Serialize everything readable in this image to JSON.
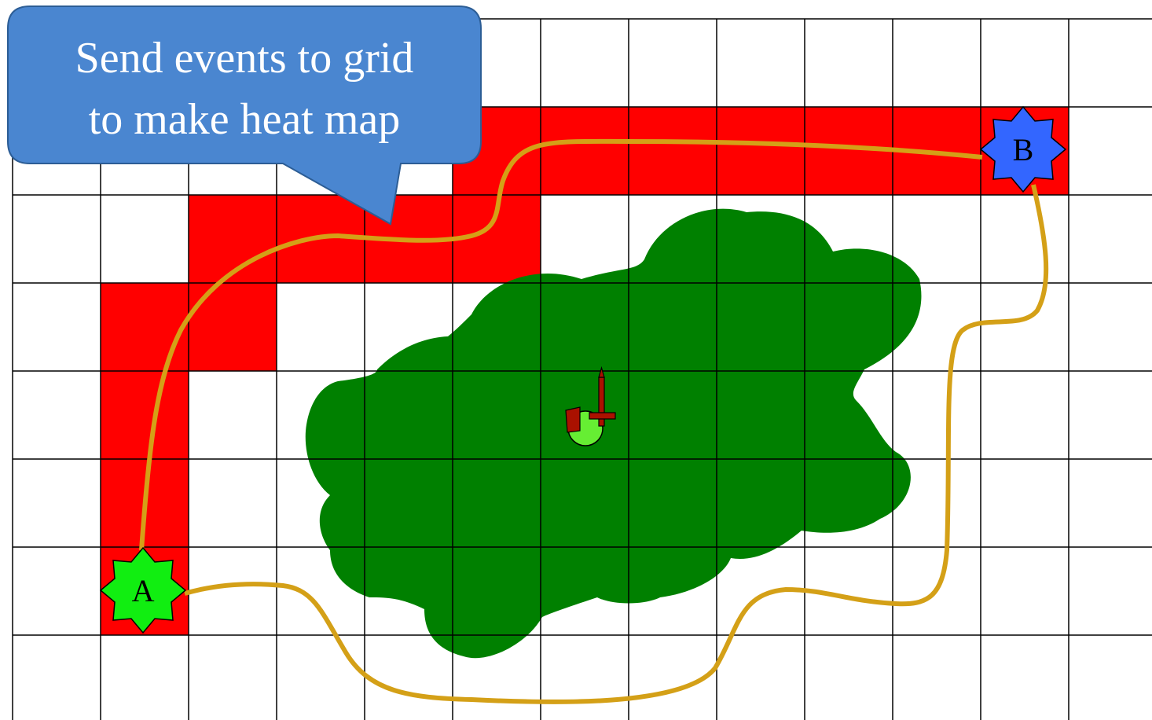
{
  "callout": {
    "line1": "Send events to grid",
    "line2": "to make heat map"
  },
  "markers": {
    "start_label": "A",
    "end_label": "B"
  },
  "heat_cells": [
    [
      5,
      1
    ],
    [
      6,
      1
    ],
    [
      7,
      1
    ],
    [
      8,
      1
    ],
    [
      9,
      1
    ],
    [
      10,
      1
    ],
    [
      11,
      1
    ],
    [
      2,
      2
    ],
    [
      3,
      2
    ],
    [
      4,
      2
    ],
    [
      5,
      2
    ],
    [
      1,
      3
    ],
    [
      2,
      3
    ],
    [
      1,
      4
    ],
    [
      1,
      5
    ],
    [
      1,
      6
    ]
  ],
  "colors": {
    "heat": "#ff0000",
    "grid_line": "#000000",
    "forest": "#008000",
    "path": "#d4a017",
    "start_marker": "#11ee11",
    "end_marker": "#3366ff",
    "callout_fill": "#4a86d0",
    "callout_stroke": "#2c5d95",
    "callout_text": "#ffffff",
    "player_body": "#66ee33",
    "player_gear": "#aa1100"
  },
  "icons": {
    "player": "knight-with-sword-and-shield-icon"
  }
}
